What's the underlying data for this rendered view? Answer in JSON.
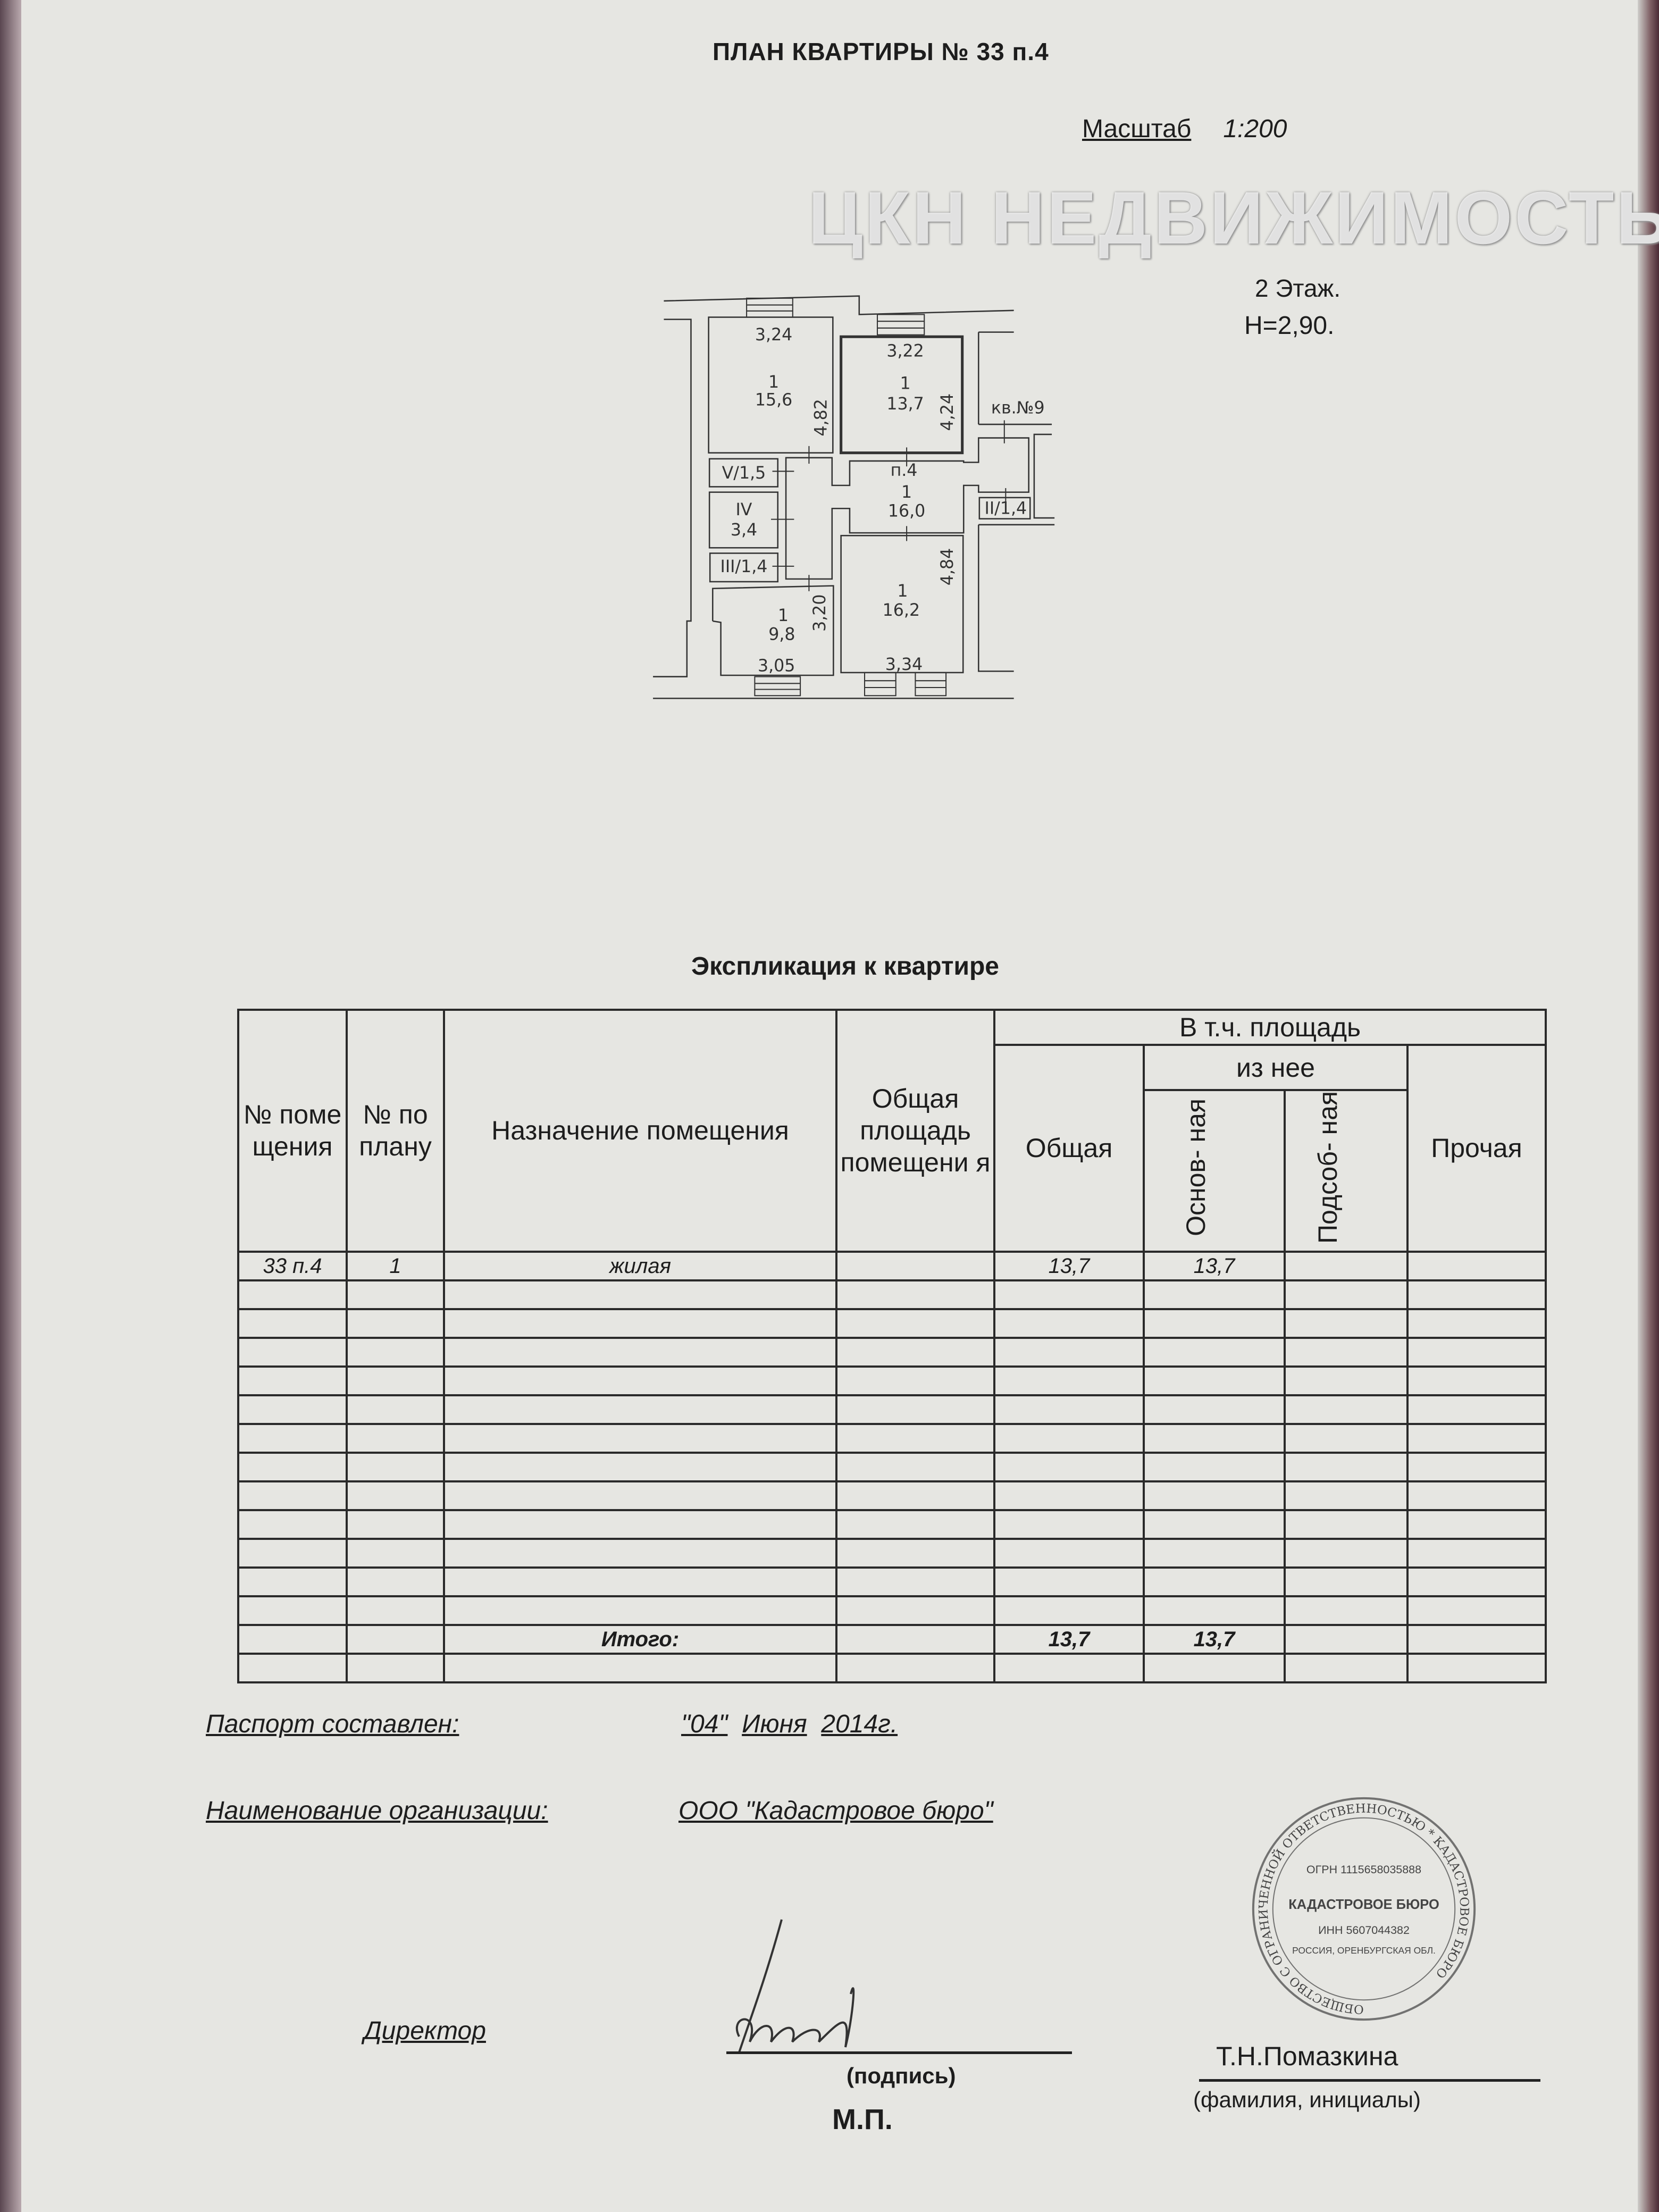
{
  "header": {
    "title": "ПЛАН КВАРТИРЫ №  33 п.4",
    "scale_label": "Масштаб",
    "scale_value": "1:200",
    "watermark": "ЦКН НЕДВИЖИМОСТЬ",
    "floor": "2  Этаж.",
    "height": "H=2,90."
  },
  "plan": {
    "rooms": [
      {
        "num": "1",
        "area": "15,6",
        "dims": [
          "3,24",
          "4,82"
        ]
      },
      {
        "num": "1",
        "area": "13,7",
        "dims": [
          "3,22",
          "4,24"
        ]
      },
      {
        "num": "1",
        "area": "16,0",
        "label": "п.4"
      },
      {
        "num": "1",
        "area": "9,8",
        "dims": [
          "3,05",
          "3,20"
        ]
      },
      {
        "num": "1",
        "area": "16,2",
        "dims": [
          "3,34",
          "4,84"
        ]
      }
    ],
    "aux": [
      "V/1,5",
      "IV",
      "3,4",
      "III/1,4",
      "II/1,4"
    ],
    "neighbor": "кв.№9"
  },
  "explication": {
    "title": "Экспликация к квартире",
    "headers": {
      "room_no": "№ поме щения",
      "plan_no": "№ по плану",
      "purpose": "Назначение помещения",
      "total_area": "Общая площадь помещени я",
      "incl": "В т.ч. площадь",
      "general": "Общая",
      "of_which": "из нее",
      "main": "Основ- ная",
      "aux": "Подсоб- ная",
      "other": "Прочая"
    },
    "rows": [
      [
        "33 п.4",
        "1",
        "жилая",
        "",
        "13,7",
        "13,7",
        "",
        ""
      ]
    ],
    "empty_rows": 12,
    "total": {
      "label": "Итого:",
      "general": "13,7",
      "main": "13,7"
    }
  },
  "footer": {
    "passport_label": "Паспорт составлен:",
    "passport_day": "\"04\"",
    "passport_month": "Июня",
    "passport_year": "2014г.",
    "org_label": "Наименование организации:",
    "org_value": "ООО \"Кадастровое бюро\"",
    "director": "Директор",
    "signature_caption": "(подпись)",
    "seal_caption": "М.П.",
    "director_name": "Т.Н.Помазкина",
    "name_caption": "(фамилия, инициалы)"
  },
  "stamp": {
    "ring": "ОБЩЕСТВО С ОГРАНИЧЕННОЙ ОТВЕТСТВЕННОСТЬЮ * КАДАСТРОВОЕ БЮРО",
    "ogrn": "ОГРН 1115658035888",
    "inn": "ИНН 5607044382",
    "center": "КАДАСТРОВОЕ БЮРО",
    "bottom": "РОССИЯ, ОРЕНБУРГСКАЯ ОБЛ."
  }
}
